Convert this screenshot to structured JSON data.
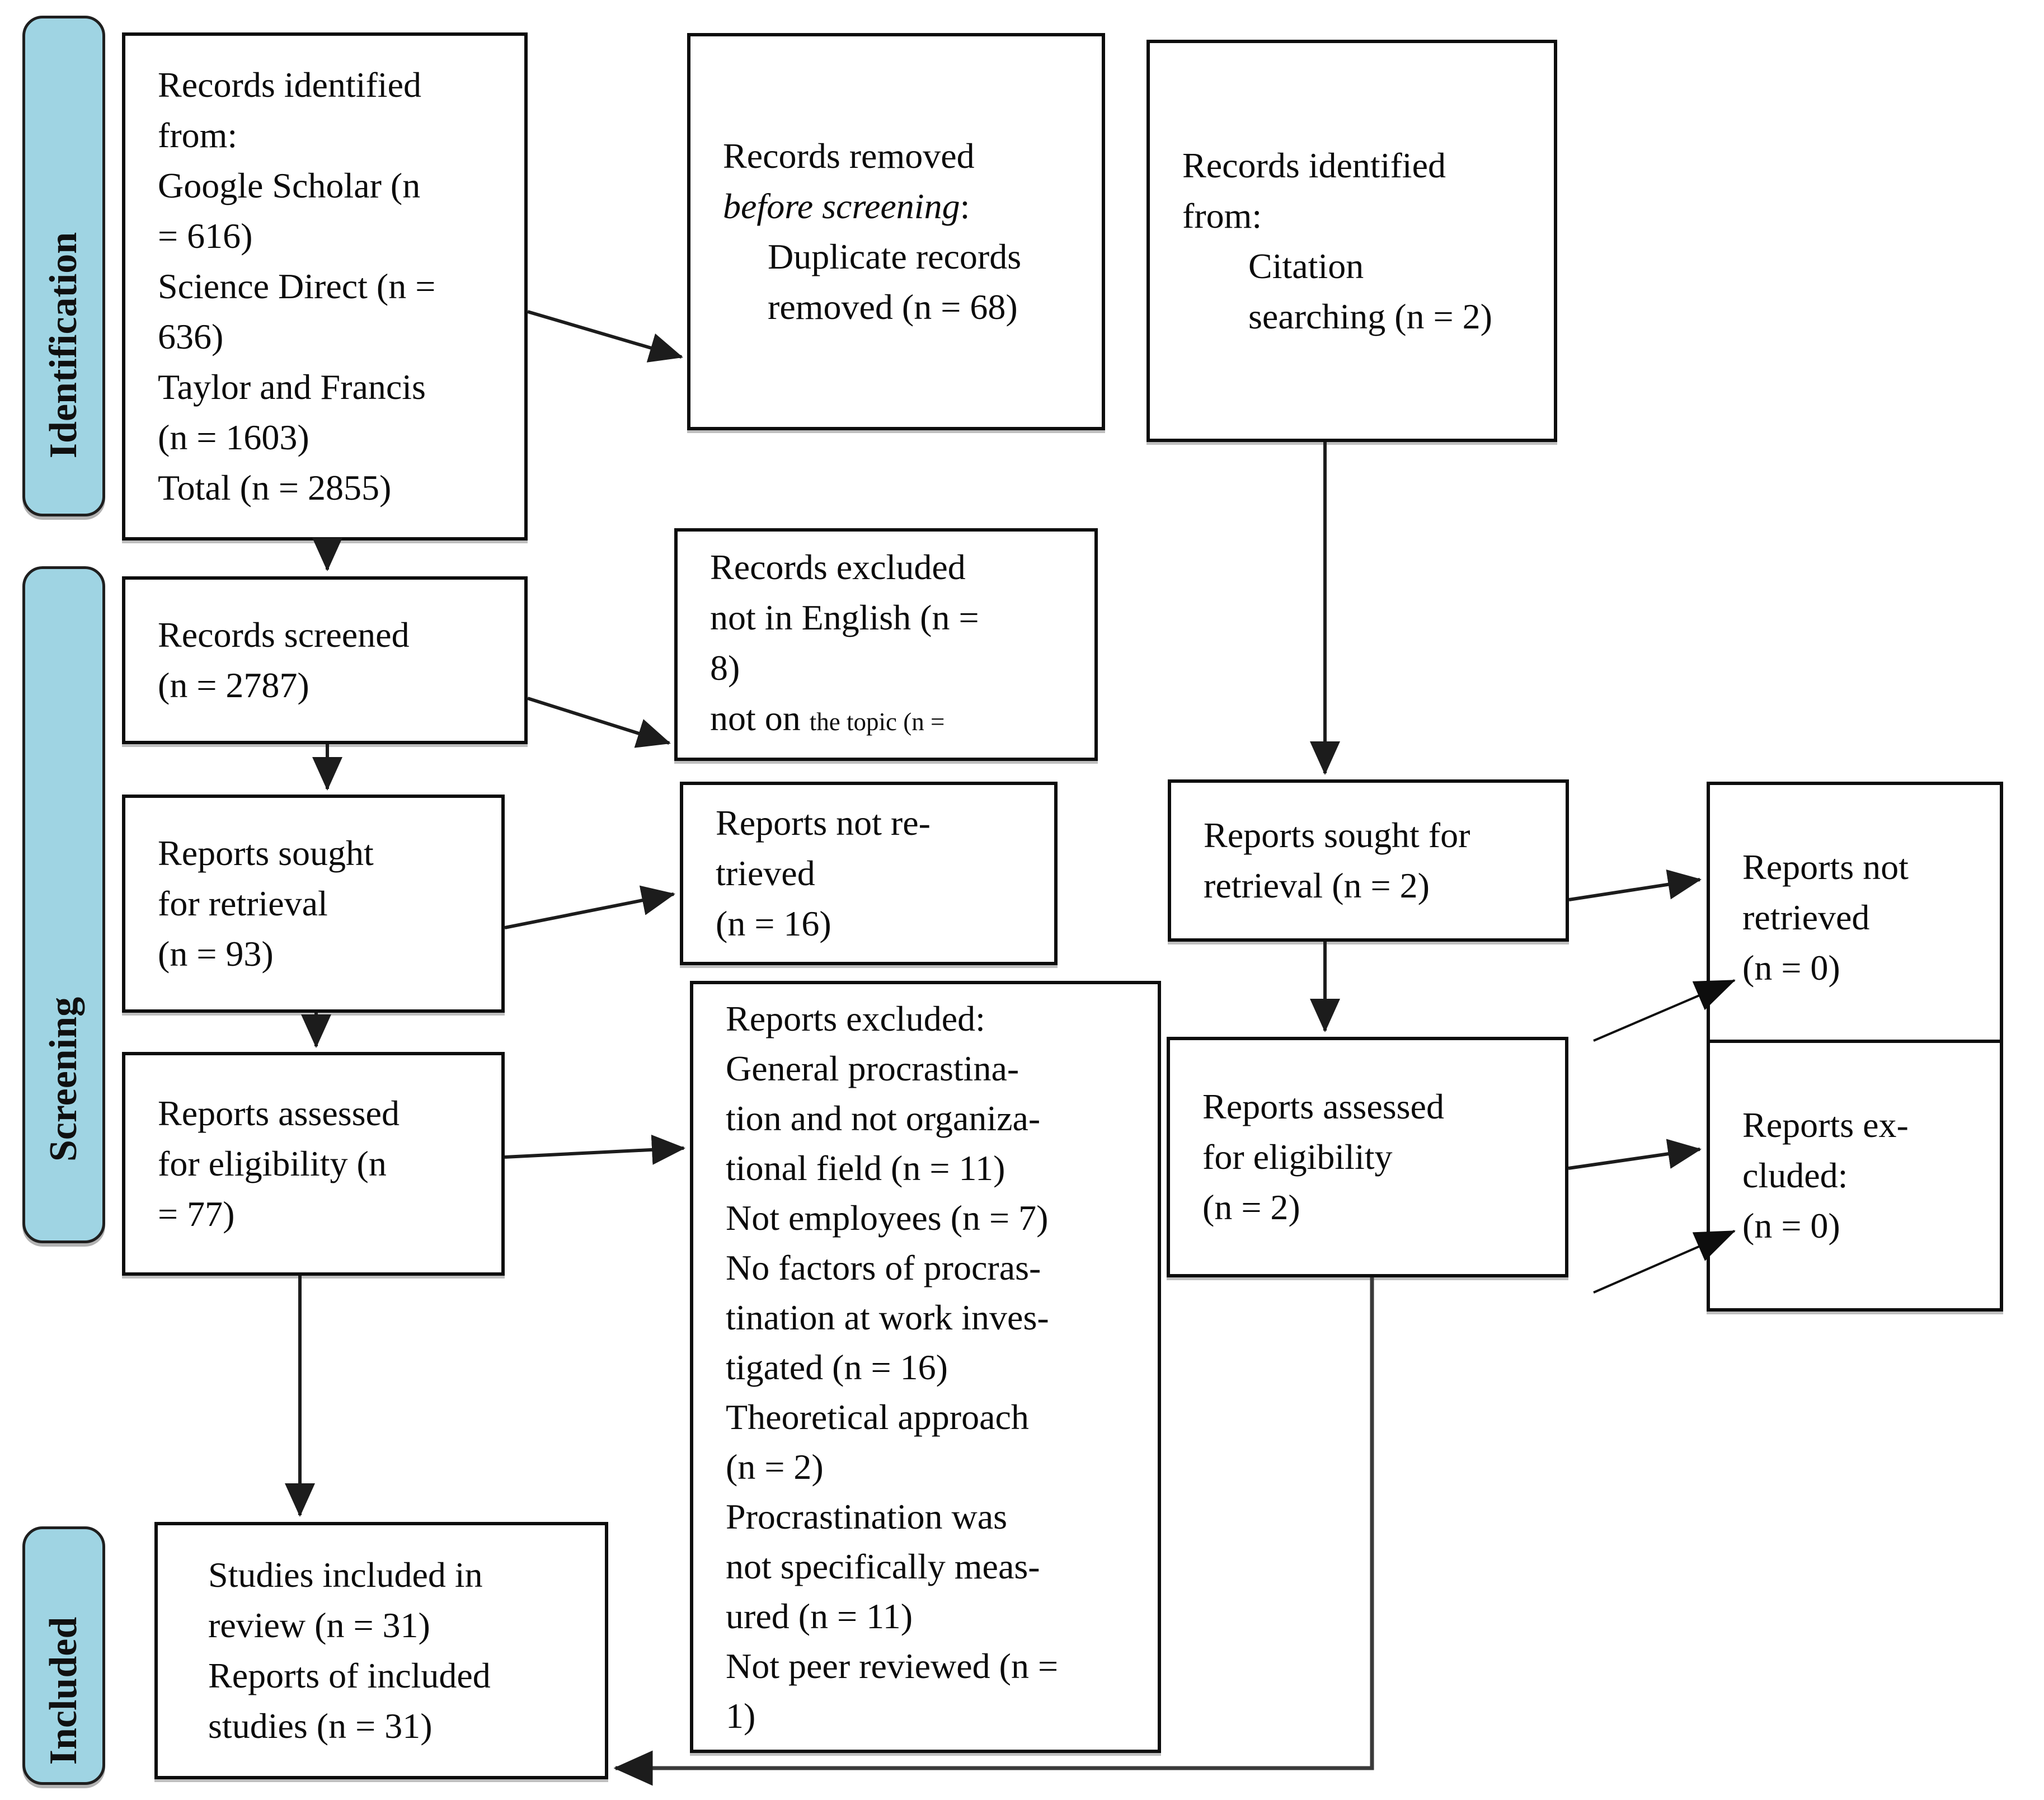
{
  "stages": {
    "identification": "Identification",
    "screening": "Screening",
    "included": "Included"
  },
  "boxes": {
    "records_identified": {
      "text": "Records identified\nfrom:\nGoogle Scholar (n\n= 616)\nScience Direct (n =\n636)\nTaylor and Francis\n(n = 1603)\nTotal (n = 2855)"
    },
    "records_removed": {
      "line1": "Records removed",
      "line2_italic": "before screening",
      "line2_suffix": ":",
      "line3": "Duplicate records",
      "line4": "removed (n = 68)"
    },
    "citation_records_identified": {
      "line1": "Records identified",
      "line2": "from:",
      "line3": "Citation",
      "line4": "searching (n = 2)"
    },
    "records_screened": {
      "text": "Records screened\n(n = 2787)"
    },
    "records_excluded": {
      "line1": "Records excluded",
      "line2": "not in English (n =",
      "line3": "8)",
      "line4_normal": "not on ",
      "line4_small": "the topic (n ="
    },
    "reports_sought": {
      "text": "Reports sought\nfor retrieval\n(n = 93)"
    },
    "reports_not_retrieved": {
      "text": "Reports not re-\ntrieved\n(n = 16)"
    },
    "citation_reports_sought": {
      "text": "Reports sought for\nretrieval (n = 2)"
    },
    "citation_reports_not_retrieved": {
      "text": "Reports not\nretrieved\n(n = 0)"
    },
    "reports_assessed": {
      "text": "Reports assessed\nfor eligibility (n\n= 77)"
    },
    "reports_excluded": {
      "text": "Reports excluded:\nGeneral procrastina-\ntion and not organiza-\ntional field (n = 11)\nNot employees (n = 7)\nNo factors of procras-\ntination at work inves-\ntigated (n = 16)\nTheoretical approach\n(n = 2)\nProcrastination was\nnot specifically meas-\nured (n = 11)\nNot peer reviewed (n =\n1)"
    },
    "citation_reports_assessed": {
      "text": "Reports assessed\nfor eligibility\n(n = 2)"
    },
    "citation_reports_excluded": {
      "text": "Reports ex-\ncluded:\n(n = 0)"
    },
    "studies_included": {
      "text": "Studies included in\nreview (n = 31)\nReports of included\nstudies (n = 31)"
    }
  },
  "colors": {
    "stage_label_fill": "#9fd4e3",
    "stage_label_border": "#1f1f1f",
    "box_border": "#0d0d0d",
    "arrow": "#1c1c1c",
    "background": "#ffffff"
  }
}
